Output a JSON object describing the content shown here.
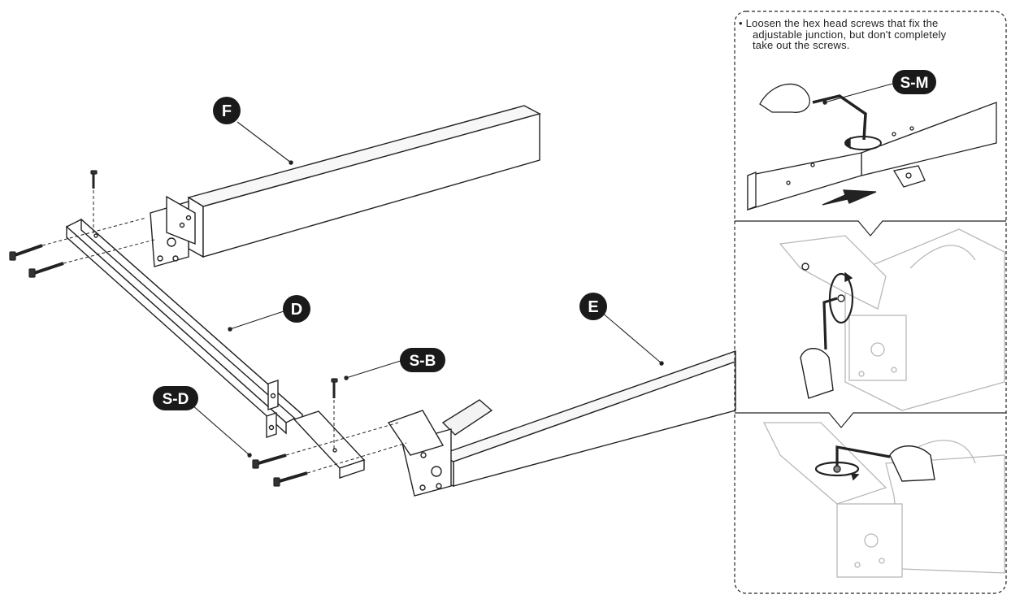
{
  "labels": {
    "part_f": "F",
    "part_d": "D",
    "part_e": "E",
    "screw_sb": "S-B",
    "screw_sd": "S-D",
    "tool_sm": "S-M"
  },
  "note": {
    "bullet": "•",
    "line1": "Loosen the hex head screws that fix the",
    "line2": "adjustable junction, but don't completely",
    "line3": "take out the screws."
  },
  "colors": {
    "line": "#222222",
    "callout_fill": "#1a1a1a",
    "panel_gray": "#c8c8c8",
    "fill_light": "#f2f2f2"
  },
  "icons": [
    "hex-key-icon",
    "hand-icon",
    "rotation-arrow-icon",
    "direction-arrow-icon",
    "screw-icon"
  ]
}
